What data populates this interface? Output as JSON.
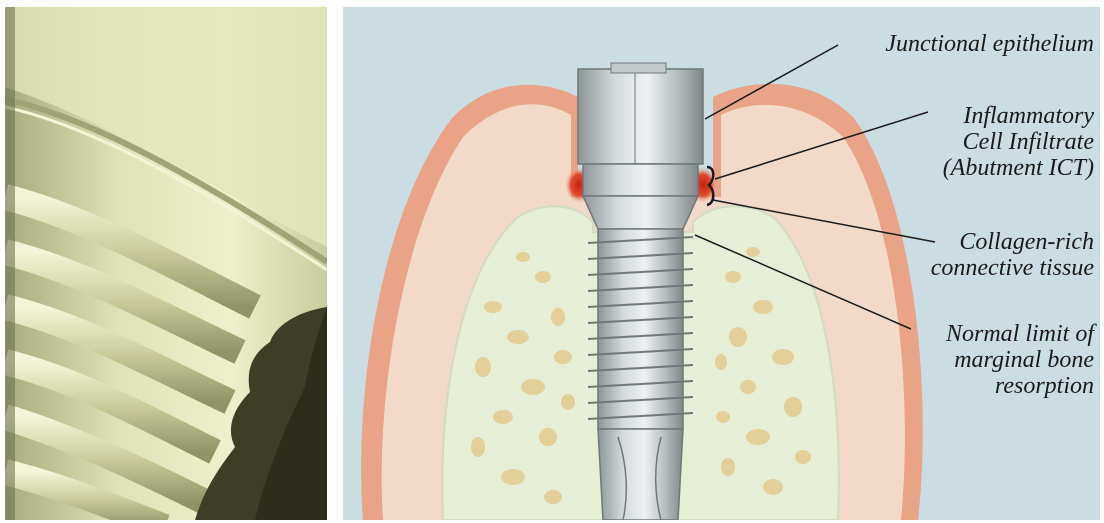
{
  "figure": {
    "left_panel": {
      "kind": "implant-micrograph"
    },
    "right_panel": {
      "kind": "implant-cross-section",
      "labels": {
        "junctional_epithelium": "Junctional epithelium",
        "inflammatory_line1": "Inflammatory",
        "inflammatory_line2": "Cell Infiltrate",
        "inflammatory_line3": "(Abutment ICT)",
        "collagen_line1": "Collagen-rich",
        "collagen_line2": "connective tissue",
        "normal_line1": "Normal limit of",
        "normal_line2": "marginal bone",
        "normal_line3": "resorption"
      }
    }
  },
  "colors": {
    "micrograph_base": "#d9dcae",
    "micrograph_shadow": "#3a3d22",
    "background_blue": "#c9dde3",
    "gingiva_outer": "#e9a386",
    "gingiva_inner": "#f2d9c8",
    "bone": "#e6eed6",
    "trabecular": "#e2cf9a",
    "implant_metal": "#aeb6b8",
    "inflammation": "#d8341f"
  }
}
